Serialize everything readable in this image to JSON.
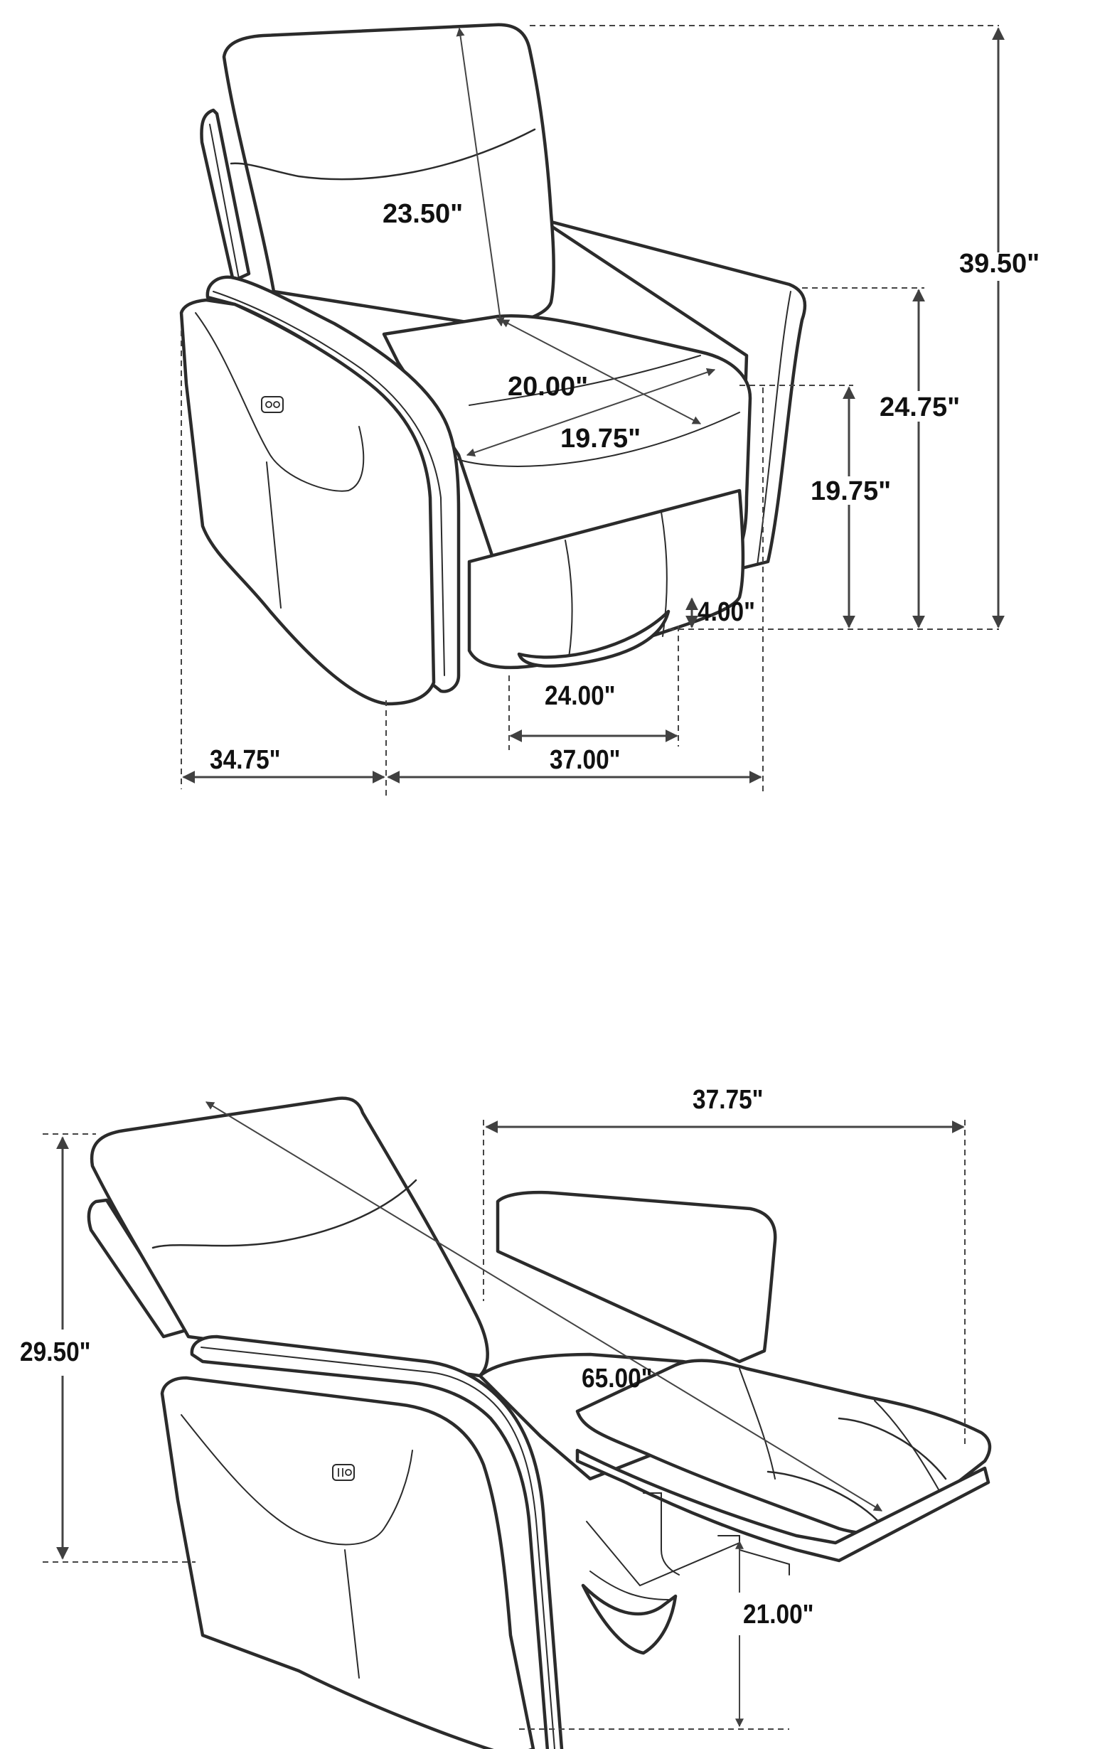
{
  "figures": [
    {
      "id": "upright",
      "description": "Swivel power recliner, upright position",
      "dimensions": {
        "back_height": "23.50\"",
        "overall_height": "39.50\"",
        "arm_height": "24.75\"",
        "seat_height": "19.75\"",
        "seat_depth": "20.00\"",
        "seat_width": "19.75\"",
        "base_clearance": "4.00\"",
        "base_diameter": "24.00\"",
        "depth": "34.75\"",
        "width": "37.00\""
      }
    },
    {
      "id": "reclined",
      "description": "Swivel power recliner, fully reclined position",
      "dimensions": {
        "reclined_depth": "37.75\"",
        "reclined_height": "29.50\"",
        "reclined_length": "65.00\"",
        "footrest_height": "21.00\""
      }
    }
  ],
  "icons": {
    "power_button": "power-recline-button-icon"
  },
  "colors": {
    "line": "#2b2b2b",
    "dimension": "#444444",
    "text": "#111111",
    "background": "#ffffff"
  }
}
